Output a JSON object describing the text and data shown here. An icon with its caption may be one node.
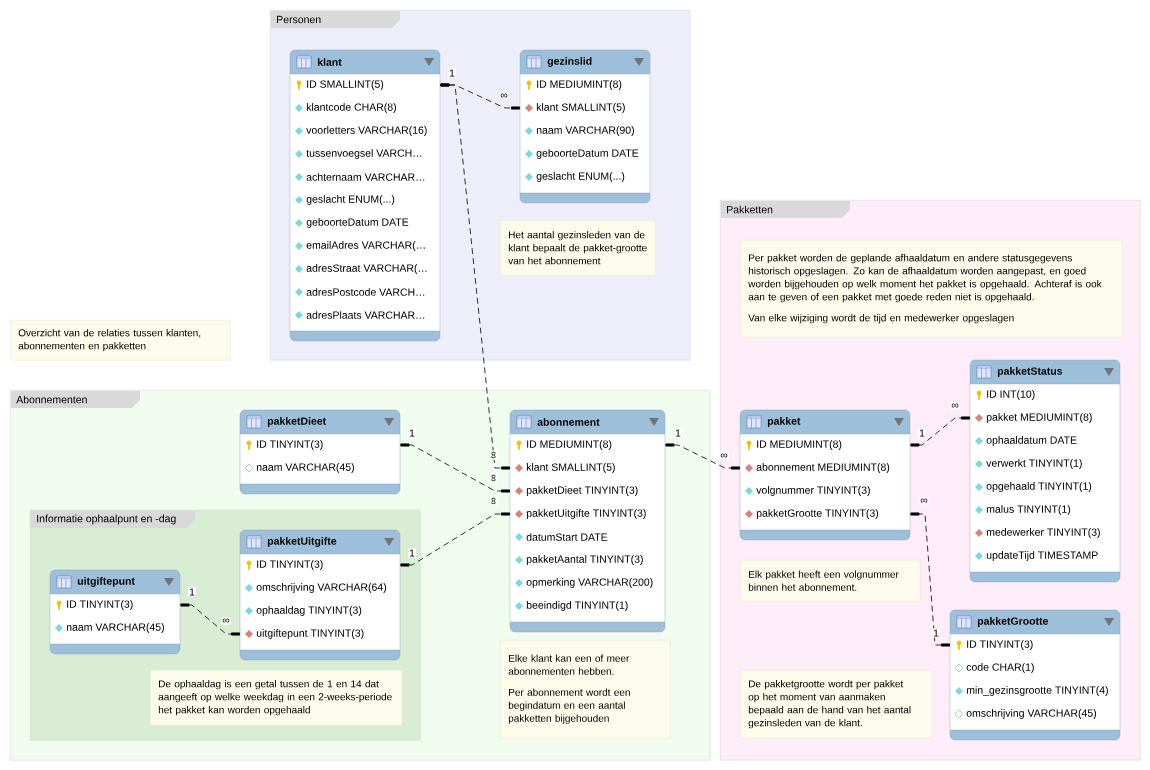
{
  "diagram": {
    "nodes": [
      {
        "text": [
          "Personen"
        ]
      },
      {
        "text": [
          "klant",
          "ID SMALLINT(5)",
          "klantcode CHAR(8)",
          "voorletters VARCHAR(16)",
          "tussenvoegsel VARCH…",
          "achternaam VARCHAR…",
          "geslacht ENUM(...)",
          "geboorteDatum DATE",
          "emailAdres VARCHAR(…",
          "adresStraat VARCHAR(…",
          "adresPostcode VARCH…",
          "adresPlaats VARCHAR…"
        ],
        "in": 0
      },
      {
        "text": [
          "gezinslid",
          "ID MEDIUMINT(8)",
          "klant SMALLINT(5)",
          "naam VARCHAR(90)",
          "geboorteDatum DATE",
          "geslacht ENUM(...)"
        ],
        "in": 0
      },
      {
        "text": [
          "Het aantal gezinsleden van de klant bepaalt de pakket-grootte van het abonnement"
        ],
        "in": 0
      },
      {
        "text": [
          "Overzicht van de relaties tussen klanten, abonnementen en pakketten"
        ]
      },
      {
        "text": [
          "Abonnementen"
        ]
      },
      {
        "text": [
          "pakketDieet",
          "ID TINYINT(3)",
          "naam VARCHAR(45)"
        ],
        "in": 5
      },
      {
        "text": [
          "Informatie ophaalpunt en -dag"
        ],
        "in": 5
      },
      {
        "text": [
          "uitgiftepunt",
          "ID TINYINT(3)",
          "naam VARCHAR(45)"
        ],
        "in": 7
      },
      {
        "text": [
          "pakketUitgifte",
          "ID TINYINT(3)",
          "omschrijving VARCHAR(64)",
          "ophaaldag TINYINT(3)",
          "uitgiftepunt TINYINT(3)"
        ],
        "in": 7
      },
      {
        "text": [
          "De ophaaldag is een getal tussen de 1 en 14 dat aangeeft op welke weekdag in een 2-weeks-periode het pakket kan worden opgehaald"
        ],
        "in": 7
      },
      {
        "text": [
          "abonnement",
          "ID MEDIUMINT(8)",
          "klant SMALLINT(5)",
          "pakketDieet TINYINT(3)",
          "pakketUitgifte TINYINT(3)",
          "datumStart DATE",
          "pakketAantal TINYINT(3)",
          "opmerking VARCHAR(200)",
          "beeindigd TINYINT(1)"
        ],
        "in": 5
      },
      {
        "text": [
          "Elke klant kan een of meer abonnementen hebben.",
          "Per abonnement wordt een begindatum en een aantal pakketten bijgehouden"
        ],
        "in": 5
      },
      {
        "text": [
          "Pakketten"
        ]
      },
      {
        "text": [
          "Per pakket worden de geplande afhaaldatum en andere statusgegevens historisch opgeslagen. Zo kan de afhaaldatum worden aangepast, en goed worden bijgehouden op welk moment het pakket is opgehaald. Achteraf is ook aan te geven of een pakket met goede reden niet is opgehaald.",
          "Van elke wijziging wordt de tijd en medewerker opgeslagen"
        ],
        "in": 13
      },
      {
        "text": [
          "pakket",
          "ID MEDIUMINT(8)",
          "abonnement MEDIUMINT(8)",
          "volgnummer TINYINT(3)",
          "pakketGrootte TINYINT(3)"
        ],
        "in": 13
      },
      {
        "text": [
          "pakketStatus",
          "ID INT(10)",
          "pakket MEDIUMINT(8)",
          "ophaaldatum DATE",
          "verwerkt TINYINT(1)",
          "opgehaald TINYINT(1)",
          "malus TINYINT(1)",
          "medewerker TINYINT(3)",
          "updateTijd TIMESTAMP"
        ],
        "in": 13
      },
      {
        "text": [
          "Elk pakket heeft een volgnummer binnen het abonnement."
        ],
        "in": 13
      },
      {
        "text": [
          "pakketGrootte",
          "ID TINYINT(3)",
          "code CHAR(1)",
          "min_gezinsgrootte TINYINT(4)",
          "omschrijving VARCHAR(45)"
        ],
        "in": 13
      },
      {
        "text": [
          "De pakketgrootte wordt per pakket op het moment van aanmaken bepaald aan de hand van het aantal gezinsleden van de klant."
        ],
        "in": 13
      }
    ],
    "edges": [
      {
        "from": 1,
        "to": 2,
        "arrow": "other",
        "style": "dashed"
      },
      {
        "from": 1,
        "to": 11,
        "arrow": "other",
        "style": "dashed"
      },
      {
        "from": 6,
        "to": 11,
        "arrow": "other",
        "style": "dashed"
      },
      {
        "from": 9,
        "to": 11,
        "arrow": "other",
        "style": "dashed"
      },
      {
        "from": 8,
        "to": 9,
        "arrow": "other",
        "style": "dashed"
      },
      {
        "from": 11,
        "to": 15,
        "arrow": "other",
        "style": "dashed"
      },
      {
        "from": 15,
        "to": 16,
        "arrow": "other",
        "style": "dashed"
      },
      {
        "from": 18,
        "to": 15,
        "arrow": "other",
        "style": "dashed"
      }
    ],
    "labels": [
      "1",
      "∞",
      "∞",
      "1",
      "∞",
      "1",
      "∞",
      "1",
      "∞",
      "1",
      "∞",
      "1",
      "∞",
      "∞",
      "1"
    ]
  }
}
